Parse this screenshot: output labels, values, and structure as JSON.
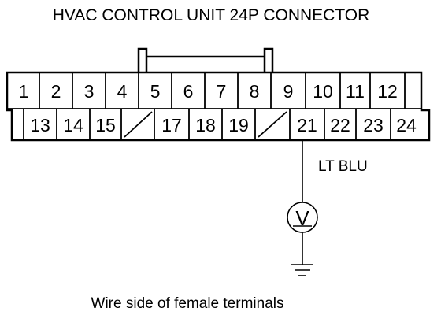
{
  "title": "HVAC CONTROL UNIT 24P CONNECTOR",
  "row1_pins": [
    "1",
    "2",
    "3",
    "4",
    "5",
    "6",
    "7",
    "8",
    "9",
    "10",
    "11",
    "12"
  ],
  "row2_pins": [
    "13",
    "14",
    "15",
    "",
    "17",
    "18",
    "19",
    "",
    "21",
    "22",
    "23",
    "24"
  ],
  "wire_color": "LT BLU",
  "meter_symbol": "V",
  "caption": "Wire side of female terminals"
}
